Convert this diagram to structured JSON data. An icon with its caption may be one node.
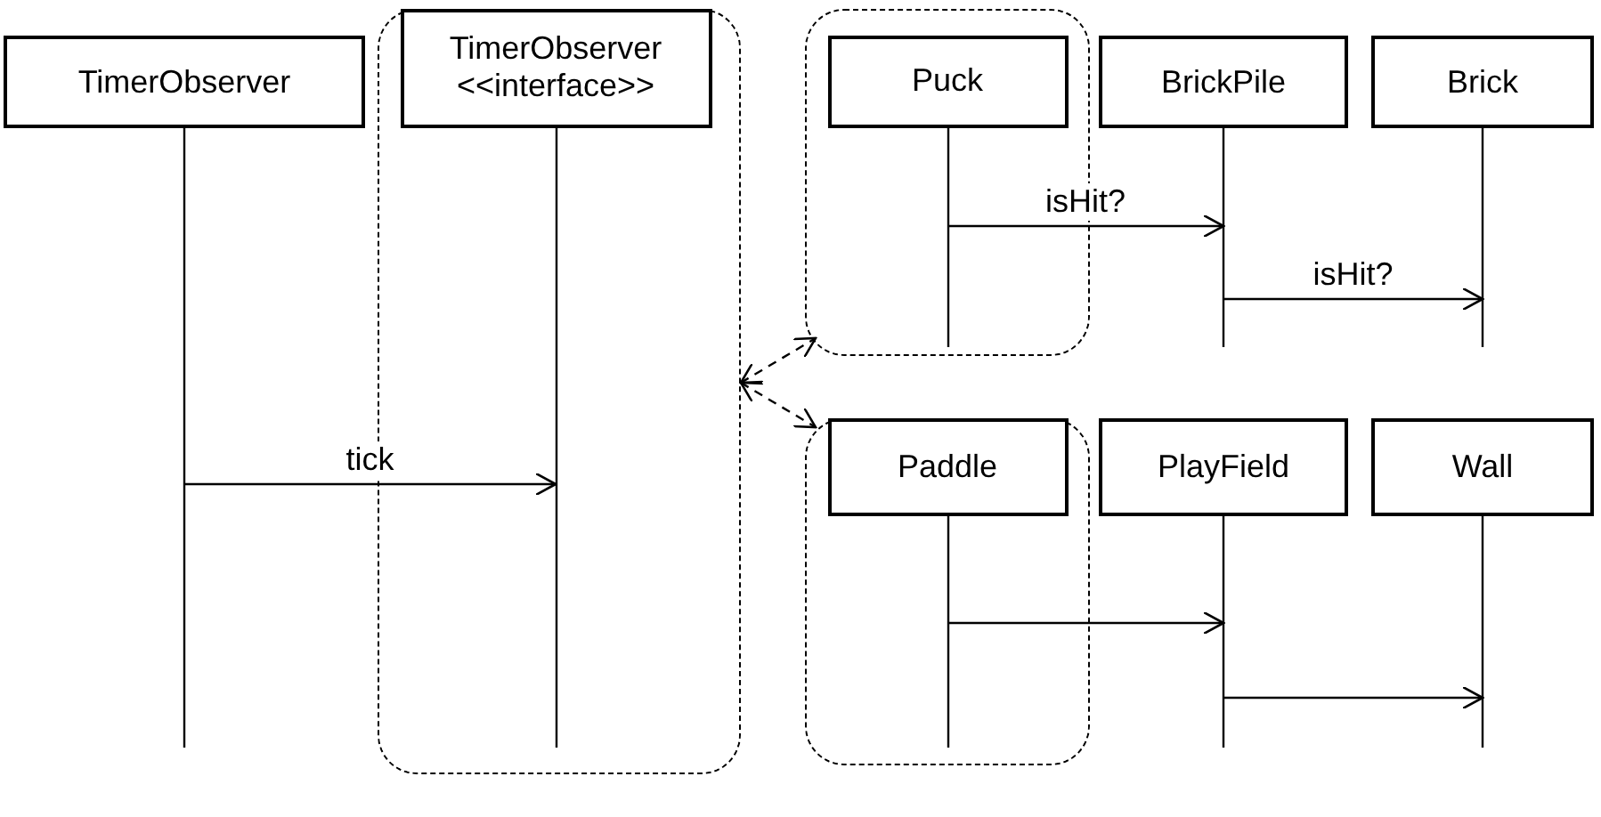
{
  "diagram": {
    "nodes": [
      {
        "text": [
          "TimerObserver"
        ]
      },
      {
        "text": [],
        "shape": "box"
      },
      {
        "text": [
          "TimerObserver",
          "<<interface>>"
        ],
        "in": 1
      },
      {
        "text": [],
        "shape": "box"
      },
      {
        "text": [
          "Puck"
        ],
        "in": 3
      },
      {
        "text": [
          "BrickPile"
        ]
      },
      {
        "text": [
          "Brick"
        ]
      },
      {
        "text": [],
        "shape": "box"
      },
      {
        "text": [
          "Paddle"
        ],
        "in": 7
      },
      {
        "text": [
          "PlayField"
        ]
      },
      {
        "text": [
          "Wall"
        ]
      }
    ],
    "edges": [
      {
        "from": 0,
        "to": 2,
        "arrow": "to",
        "label": "tick"
      },
      {
        "from": 4,
        "to": 5,
        "arrow": "to",
        "label": "isHit?"
      },
      {
        "from": 5,
        "to": 6,
        "arrow": "to",
        "label": "isHit?"
      },
      {
        "from": 8,
        "to": 9,
        "arrow": "to"
      },
      {
        "from": 9,
        "to": 10,
        "arrow": "to"
      },
      {
        "from": 1,
        "to": 3,
        "arrow": "both",
        "style": "dashed"
      },
      {
        "from": 1,
        "to": 7,
        "arrow": "both",
        "style": "dashed"
      }
    ]
  }
}
